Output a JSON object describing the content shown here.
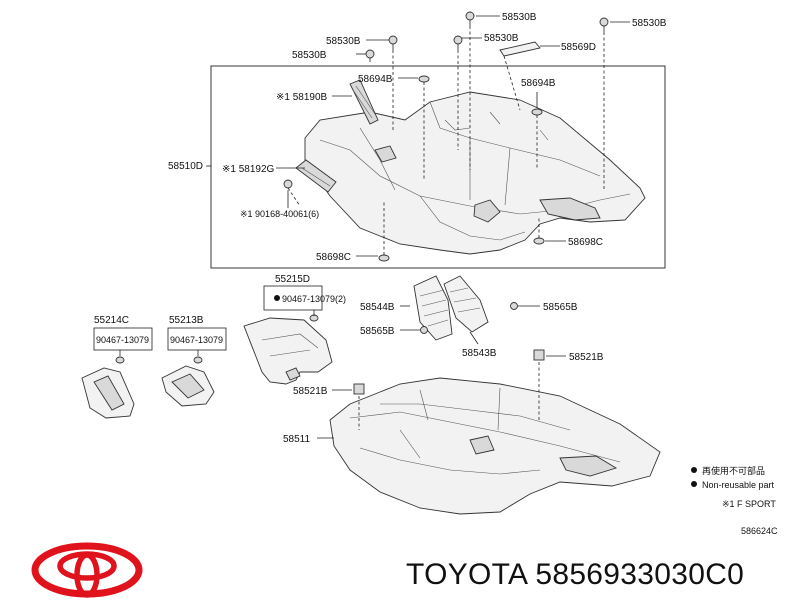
{
  "labels": {
    "p58530B_1": "58530B",
    "p58530B_2": "58530B",
    "p58530B_3": "58530B",
    "p58530B_4": "58530B",
    "p58530B_5": "58530B",
    "p58569D": "58569D",
    "p58694B_1": "58694B",
    "p58694B_2": "58694B",
    "p58190B": "※1 58190B",
    "p58510D": "58510D",
    "p58192G": "※1 58192G",
    "p90168": "※1 90168-40061(6)",
    "p58698C_1": "58698C",
    "p58698C_2": "58698C",
    "p55215D": "55215D",
    "p90467_2": "90467-13079(2)",
    "p55214C": "55214C",
    "p55213B": "55213B",
    "p90467_a": "90467-13079",
    "p90467_b": "90467-13079",
    "p58544B": "58544B",
    "p58565B_1": "58565B",
    "p58565B_2": "58565B",
    "p58543B": "58543B",
    "p58521B_1": "58521B",
    "p58521B_2": "58521B",
    "p58511": "58511"
  },
  "legend": {
    "jp": "再使用不可部品",
    "en": "Non-reusable part",
    "note": "※1 F SPORT"
  },
  "figure_code": "586624C",
  "brand_caption": "TOYOTA 5856933030C0",
  "colors": {
    "ink": "#111111",
    "logo": "#e0121c"
  }
}
